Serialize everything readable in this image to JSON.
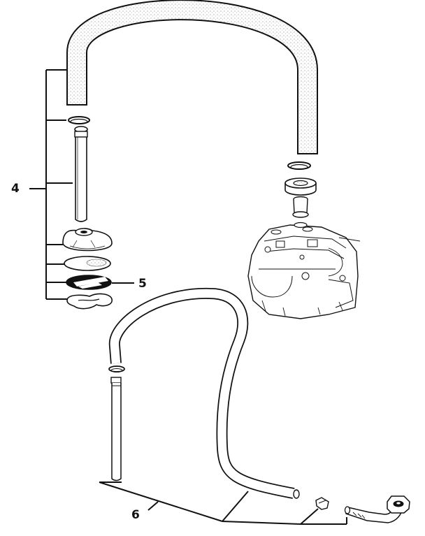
{
  "callouts": {
    "part_4": "4",
    "part_5": "5",
    "part_6": "6"
  },
  "colors": {
    "ink": "#111111",
    "stipple": "#9a9a9a",
    "paper": "#ffffff"
  }
}
